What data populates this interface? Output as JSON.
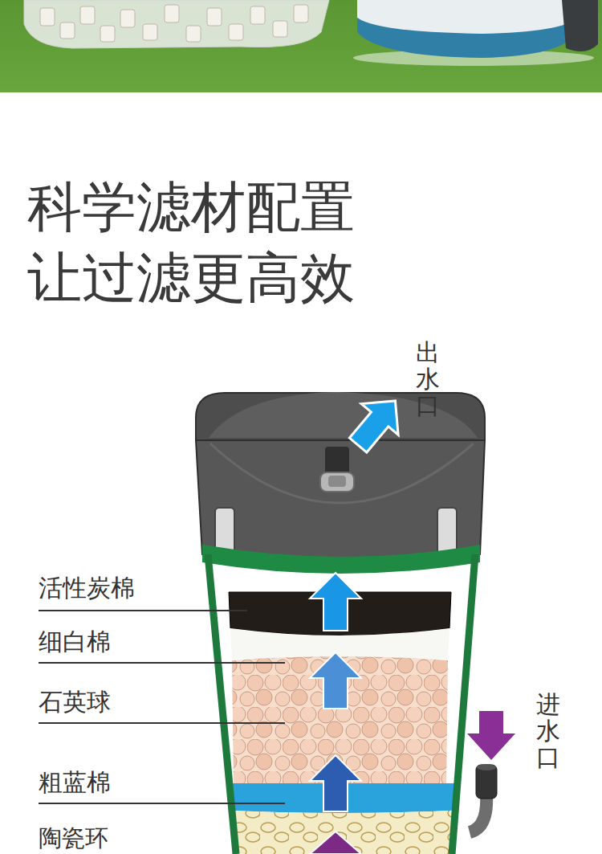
{
  "diagram": {
    "title": "科学滤材配置 让过滤更高效",
    "labels": [
      "出水口",
      "活性炭棉",
      "细白棉",
      "石英球",
      "进水口",
      "粗蓝棉",
      "陶瓷环"
    ]
  }
}
